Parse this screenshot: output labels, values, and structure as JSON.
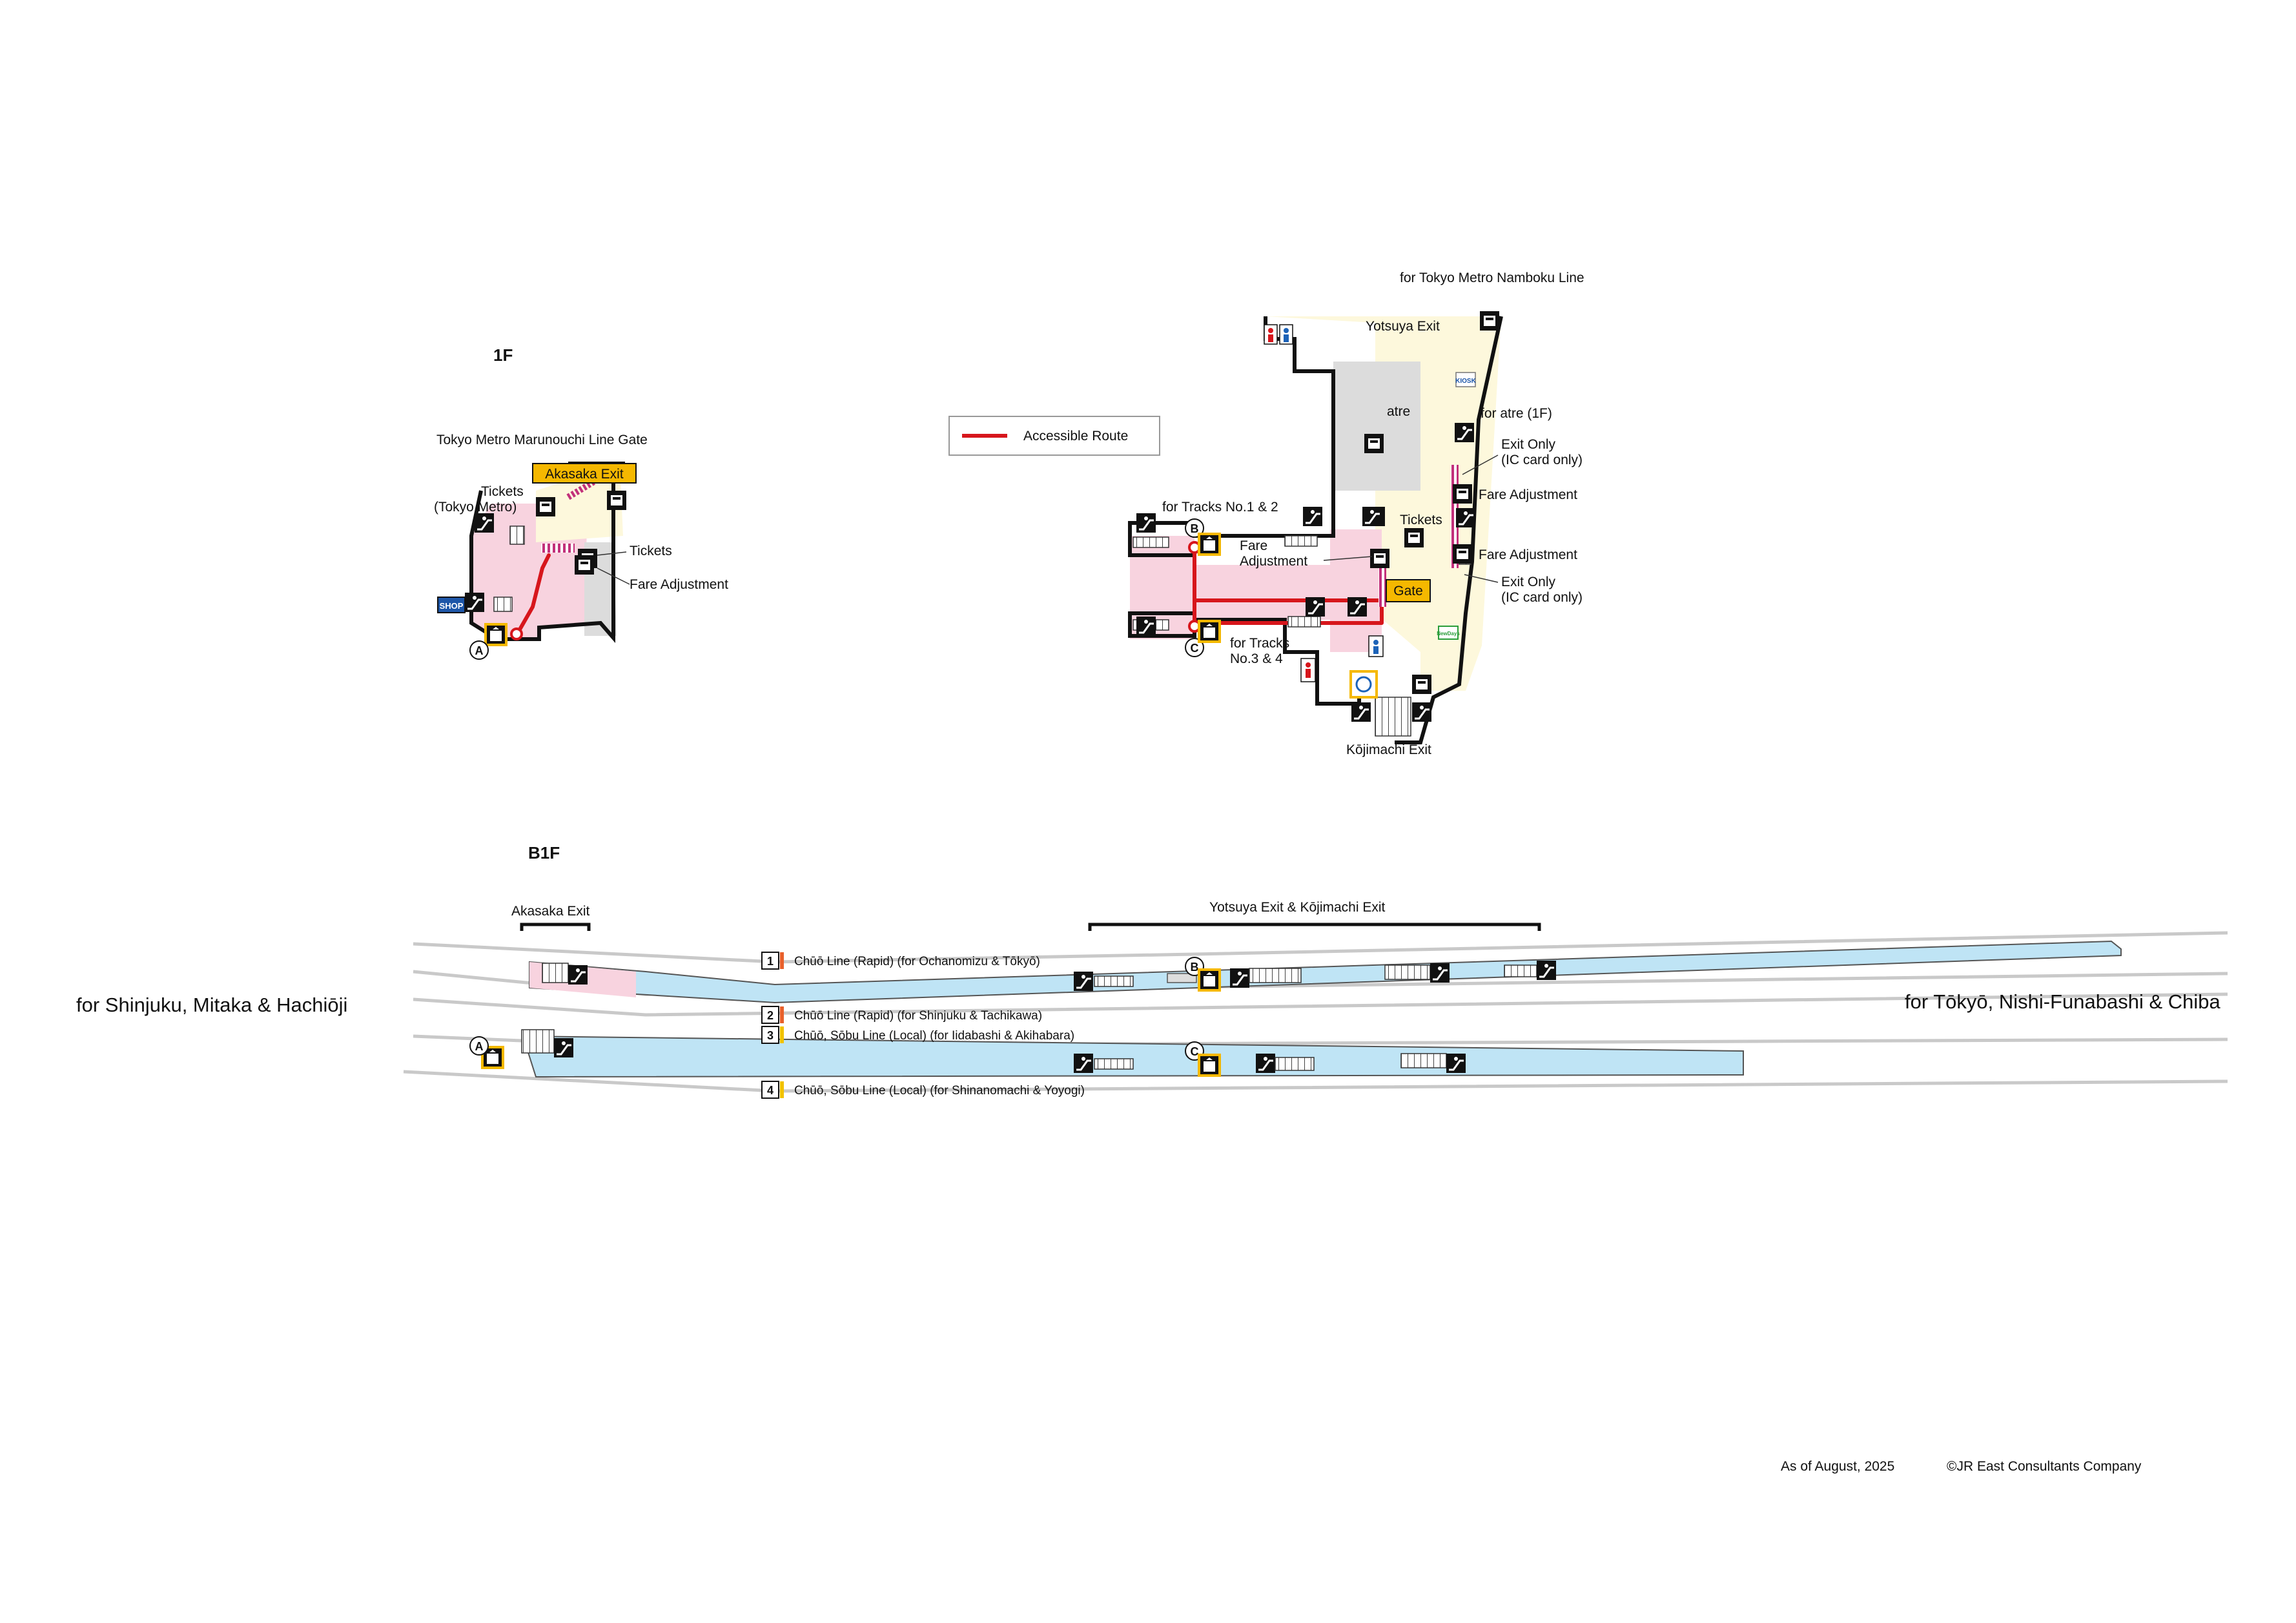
{
  "colors": {
    "accessible_route": "#d7161c",
    "platform": "#bfe4f5",
    "concourse_pink": "#f8d3df",
    "concourse_cream": "#fdf8dc",
    "facility_gray": "#dcdcdc",
    "sign_yellow": "#f5b800",
    "line_chuo_rapid": "#e8612c",
    "line_chuo_sobu_local": "#f2c200"
  },
  "floors": {
    "first": "1F",
    "basement": "B1F"
  },
  "legend": {
    "accessible_route": "Accessible Route"
  },
  "west_1f": {
    "gate_label": "Tokyo Metro Marunouchi Line Gate",
    "exit_sign": "Akasaka Exit",
    "tickets_metro_line1": "Tickets",
    "tickets_metro_line2": "(Tokyo Metro)",
    "tickets": "Tickets",
    "fare_adjustment": "Fare Adjustment",
    "shop": "SHOP",
    "elevator_marker": "A"
  },
  "east_1f": {
    "namboku": "for Tokyo Metro Namboku Line",
    "yotsuya_exit": "Yotsuya Exit",
    "kiosk": "KIOSK",
    "atre": "atre",
    "for_atre": "for atre (1F)",
    "exit_only_1": "Exit Only",
    "ic_only_1": "(IC card only)",
    "fare_adjustment_1": "Fare Adjustment",
    "fare_adjustment_2": "Fare Adjustment",
    "exit_only_2": "Exit Only",
    "ic_only_2": "(IC card only)",
    "tickets": "Tickets",
    "tracks_12": "for Tracks No.1 & 2",
    "fare_adj_a": "Fare",
    "fare_adj_b": "Adjustment",
    "gate": "Gate",
    "tracks_34_a": "for Tracks",
    "tracks_34_b": "No.3 & 4",
    "kojimachi_exit": "Kōjimachi Exit",
    "newdays": "NewDays",
    "marker_b": "B",
    "marker_c": "C"
  },
  "b1f": {
    "akasaka_exit": "Akasaka Exit",
    "yotsuya_kojimachi": "Yotsuya Exit & Kōjimachi Exit",
    "dir_west": "for Shinjuku, Mitaka & Hachiōji",
    "dir_east": "for Tōkyō, Nishi-Funabashi & Chiba",
    "tracks": [
      {
        "no": "1",
        "label": "Chūō Line (Rapid)  (for Ochanomizu & Tōkyō)",
        "color": "#e8612c"
      },
      {
        "no": "2",
        "label": "Chūō Line (Rapid)  (for Shinjuku & Tachikawa)",
        "color": "#e8612c"
      },
      {
        "no": "3",
        "label": "Chūō, Sōbu Line (Local)  (for Iidabashi & Akihabara)",
        "color": "#f2c200"
      },
      {
        "no": "4",
        "label": "Chūō, Sōbu Line (Local)  (for Shinanomachi & Yoyogi)",
        "color": "#f2c200"
      }
    ],
    "marker_a": "A",
    "marker_b": "B",
    "marker_c": "C"
  },
  "footer": {
    "date": "As of August, 2025",
    "copyright": "©JR East Consultants Company"
  }
}
